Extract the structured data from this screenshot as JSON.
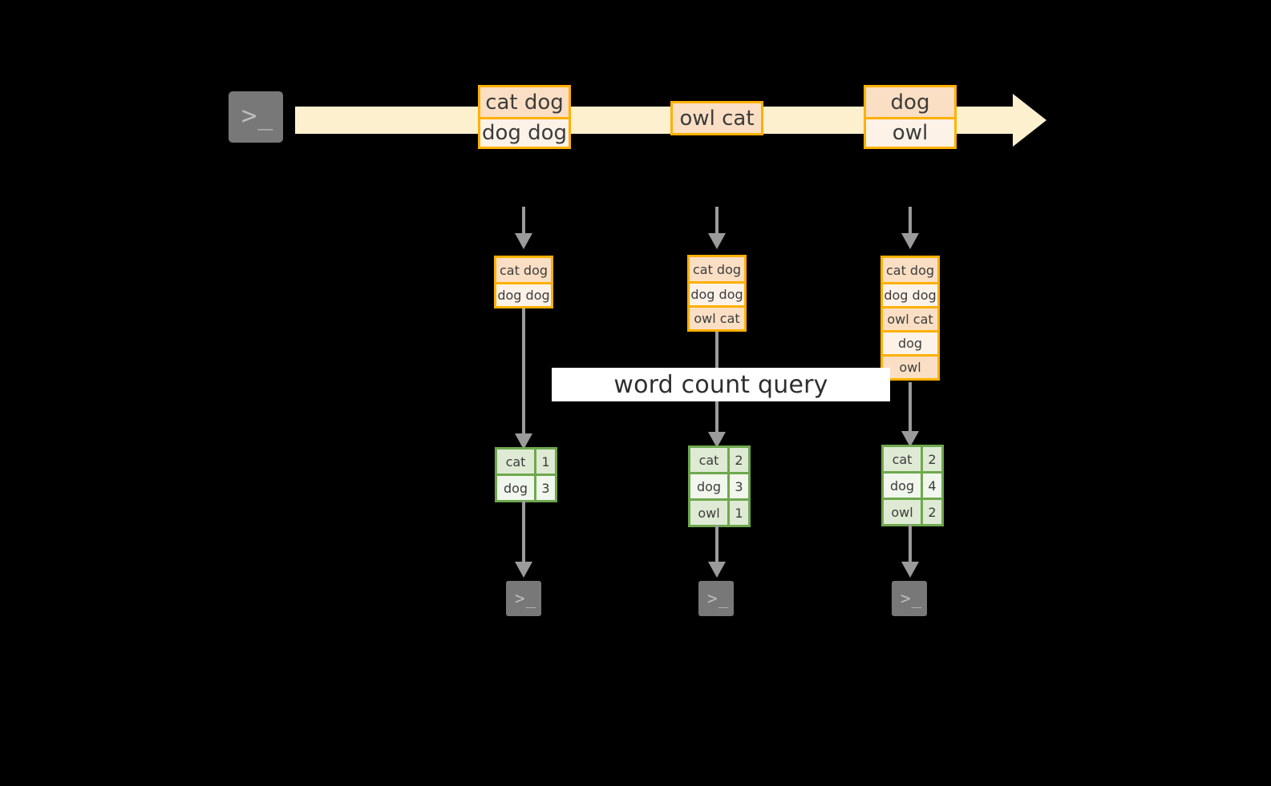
{
  "diagram": {
    "title": "word count streaming query diagram",
    "colors": {
      "background": "#000000",
      "stream_fill": "#FDF0CE",
      "record_border": "#FFB000",
      "record_fill_dark": "#FBDFC4",
      "record_fill_light": "#FDF2E7",
      "table_border": "#6EA84E",
      "table_fill_dark": "#DFEAD4",
      "table_fill_light": "#F1F7EC",
      "connector": "#9B9B9B",
      "terminal_fill": "#787878",
      "label_background": "#FFFFFF"
    },
    "source_terminal": {
      "icon": "terminal-prompt-icon",
      "glyph": ">_"
    },
    "stream_events": [
      {
        "id": "batch-1",
        "lines": [
          "cat dog",
          "dog dog"
        ]
      },
      {
        "id": "batch-2",
        "lines": [
          "owl cat"
        ]
      },
      {
        "id": "batch-3",
        "lines": [
          "dog",
          "owl"
        ]
      }
    ],
    "query_label": "word count query",
    "columns": [
      {
        "id": "trigger-1",
        "input_arrow": "dashed-down-arrow",
        "input_lines": [
          "cat dog",
          "dog dog"
        ],
        "result_table": {
          "rows": [
            {
              "word": "cat",
              "count": "1"
            },
            {
              "word": "dog",
              "count": "3"
            }
          ]
        },
        "sink_terminal": {
          "icon": "terminal-prompt-icon",
          "glyph": ">_"
        }
      },
      {
        "id": "trigger-2",
        "input_arrow": "dashed-down-arrow",
        "input_lines": [
          "cat dog",
          "dog dog",
          "owl cat"
        ],
        "result_table": {
          "rows": [
            {
              "word": "cat",
              "count": "2"
            },
            {
              "word": "dog",
              "count": "3"
            },
            {
              "word": "owl",
              "count": "1"
            }
          ]
        },
        "sink_terminal": {
          "icon": "terminal-prompt-icon",
          "glyph": ">_"
        }
      },
      {
        "id": "trigger-3",
        "input_arrow": "dashed-down-arrow",
        "input_lines": [
          "cat dog",
          "dog dog",
          "owl cat",
          "dog",
          "owl"
        ],
        "result_table": {
          "rows": [
            {
              "word": "cat",
              "count": "2"
            },
            {
              "word": "dog",
              "count": "4"
            },
            {
              "word": "owl",
              "count": "2"
            }
          ]
        },
        "sink_terminal": {
          "icon": "terminal-prompt-icon",
          "glyph": ">_"
        }
      }
    ]
  }
}
